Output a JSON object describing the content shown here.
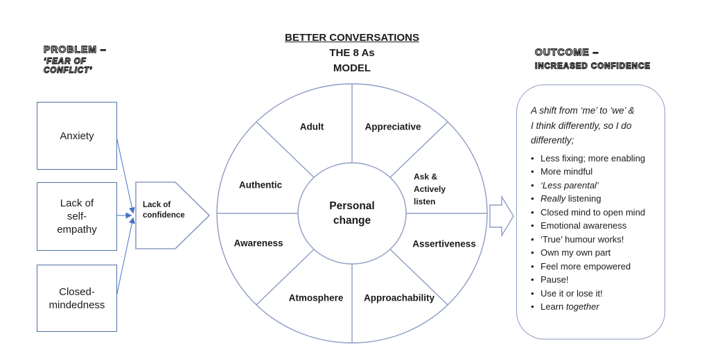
{
  "problem": {
    "heading": "PROBLEM –",
    "subheading": "‘FEAR OF\nCONFLICT’",
    "boxes": [
      {
        "label": "Anxiety"
      },
      {
        "label": "Lack of\nself-\nempathy"
      },
      {
        "label": "Closed-\nmindedness"
      }
    ]
  },
  "pentagon": {
    "label": "Lack of\nconfidence"
  },
  "title": {
    "line1": "BETTER CONVERSATIONS",
    "line2": "THE 8 As",
    "line3": "MODEL"
  },
  "wheel": {
    "center": "Personal\nchange",
    "segments": {
      "adult": "Adult",
      "appreciative": "Appreciative",
      "ask": "Ask &\nActively\nlisten",
      "assertiveness": "Assertiveness",
      "approachability": "Approachability",
      "atmosphere": "Atmosphere",
      "awareness": "Awareness",
      "authentic": "Authentic"
    }
  },
  "outcome": {
    "heading": "OUTCOME –",
    "subheading": "INCREASED CONFIDENCE",
    "intro_lines": [
      "A shift from ‘me’ to ‘we’ &",
      "I think differently, so I do",
      "differently;"
    ],
    "bullets": [
      [
        [
          "Less fixing; more enabling"
        ]
      ],
      [
        [
          "More mindful"
        ]
      ],
      [
        [
          "‘Less parental’",
          "i"
        ]
      ],
      [
        [
          "Really",
          "i"
        ],
        [
          " listening"
        ]
      ],
      [
        [
          "Closed mind to open mind"
        ]
      ],
      [
        [
          "Emotional awareness"
        ]
      ],
      [
        [
          "‘True’ humour works!"
        ]
      ],
      [
        [
          "Own my own part"
        ]
      ],
      [
        [
          "Feel more empowered"
        ]
      ],
      [
        [
          "Pause!"
        ]
      ],
      [
        [
          "Use it or lose it!"
        ]
      ],
      [
        [
          "Learn "
        ],
        [
          "together",
          "i"
        ]
      ]
    ]
  },
  "colors": {
    "line_light": "#8d9cc5",
    "line_dark": "#4d6fa3",
    "arrow_blue": "#4472c4",
    "text": "#1a1a1a"
  }
}
